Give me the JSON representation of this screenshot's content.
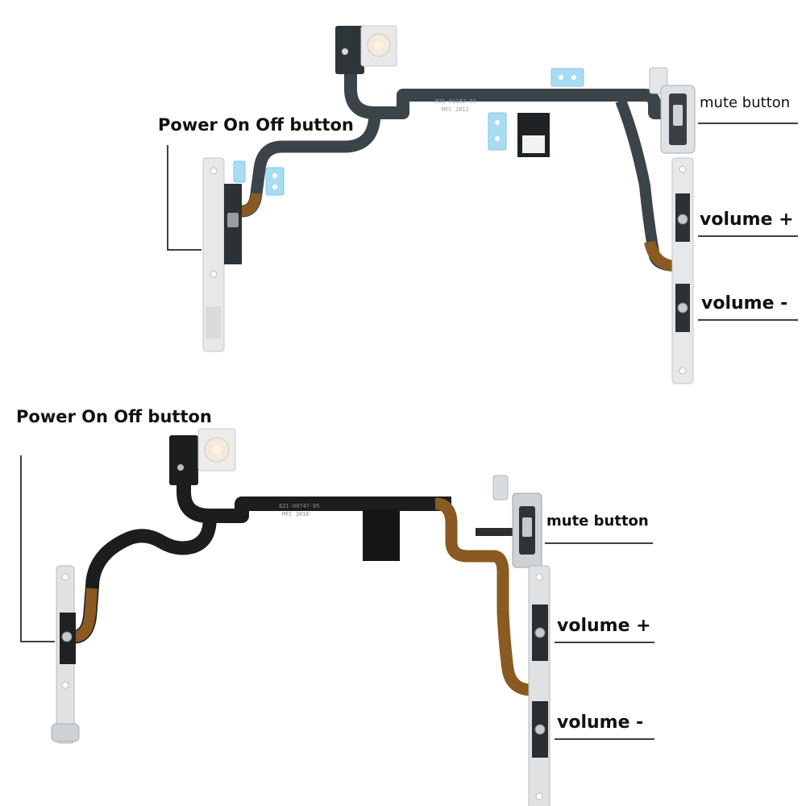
{
  "top_assembly": {
    "power_label": "Power On Off button",
    "mute_label": "mute button",
    "volume_up_label": "volume +",
    "volume_down_label": "volume -",
    "cable_print_line1": "821-01182-03",
    "cable_print_line2": "MFC 2812"
  },
  "bottom_assembly": {
    "power_label": "Power On Off button",
    "mute_label": "mute button",
    "volume_up_label": "volume +",
    "volume_down_label": "volume -",
    "cable_print_line1": "821-00747-05",
    "cable_print_line2": "MFC 3016"
  },
  "colors": {
    "flex_dark": "#3a4347",
    "flex_black": "#1c1d1f",
    "flex_amber": "#8a5a22",
    "bracket_metal": "#e4e6e8",
    "tape_blue": "#9fd7f0",
    "leader_line": "#000000"
  }
}
